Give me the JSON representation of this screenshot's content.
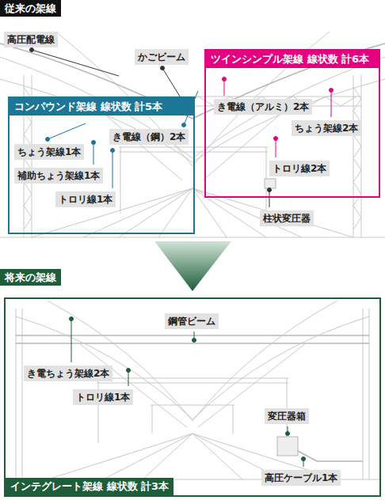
{
  "diagram": {
    "nodes": [
      {
        "text": [
          "従来の架線"
        ]
      },
      {
        "text": [
          "高圧配電線"
        ]
      },
      {
        "text": [
          "かごビーム"
        ]
      },
      {
        "text": [
          "ツインシンプル架線 線状数 計6本"
        ]
      },
      {
        "text": [
          "き電線（アルミ）2本"
        ],
        "in": 3
      },
      {
        "text": [
          "ちょう架線2本"
        ],
        "in": 3
      },
      {
        "text": [
          "トロリ線2本"
        ],
        "in": 3
      },
      {
        "text": [
          "コンパウンド架線 線状数 計5本"
        ]
      },
      {
        "text": [
          "き電線（鋼）2本"
        ],
        "in": 7
      },
      {
        "text": [
          "ちょう架線1本"
        ],
        "in": 7
      },
      {
        "text": [
          "補助ちょう架線1本"
        ],
        "in": 7
      },
      {
        "text": [
          "トロリ線1本"
        ],
        "in": 7
      },
      {
        "text": [
          "柱状変圧器"
        ]
      },
      {
        "text": [
          "将来の架線"
        ]
      },
      {
        "text": [
          "インテグレート架線 線状数 計3本"
        ]
      },
      {
        "text": [
          "鋼管ビーム"
        ],
        "in": 14
      },
      {
        "text": [
          "き電ちょう架線2本"
        ],
        "in": 14
      },
      {
        "text": [
          "トロリ線1本"
        ],
        "in": 14
      },
      {
        "text": [
          "変圧器箱"
        ],
        "in": 14
      },
      {
        "text": [
          "高圧ケーブル1本"
        ],
        "in": 14
      }
    ]
  }
}
